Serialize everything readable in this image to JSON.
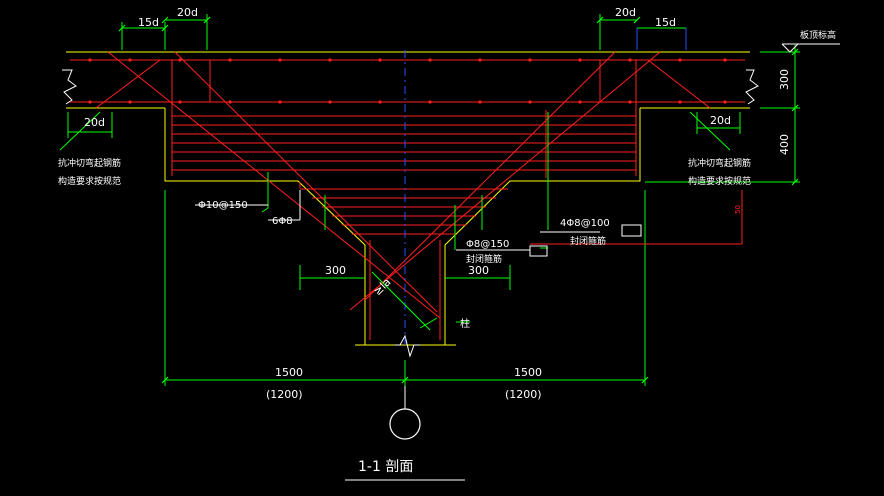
{
  "colors": {
    "background": "#000000",
    "concrete": "#ffff00",
    "rebar": "#ff2020",
    "dimension": "#00ff00",
    "axis": "#2050ff",
    "text": "#ffffff",
    "leader": "#00ffff"
  },
  "dims": {
    "top_left_15d": "15d",
    "top_left_20d": "20d",
    "top_right_20d": "20d",
    "top_right_15d": "15d",
    "mid_left_20d": "20d",
    "mid_right_20d": "20d",
    "right_300": "300",
    "right_400": "400",
    "right_small": "50",
    "left_300": "300",
    "right_300_low": "300",
    "left_1500": "1500",
    "right_1500": "1500",
    "left_1200": "(1200)",
    "right_1200": "(1200)",
    "la": "≥la"
  },
  "labels": {
    "elevation": "板顶标高",
    "left_note_1": "抗冲切弯起钢筋",
    "left_note_2": "构造要求按规范",
    "right_note_1": "抗冲切弯起钢筋",
    "right_note_2": "构造要求按规范",
    "bar_a": "Φ10@150",
    "bar_b": "6Φ8",
    "bar_c": "4Φ8@100",
    "bar_c_note": "封闭箍筋",
    "bar_d": "Φ8@150",
    "bar_d_note": "封闭箍筋",
    "column": "柱",
    "section_title": "1-1  剖面"
  }
}
